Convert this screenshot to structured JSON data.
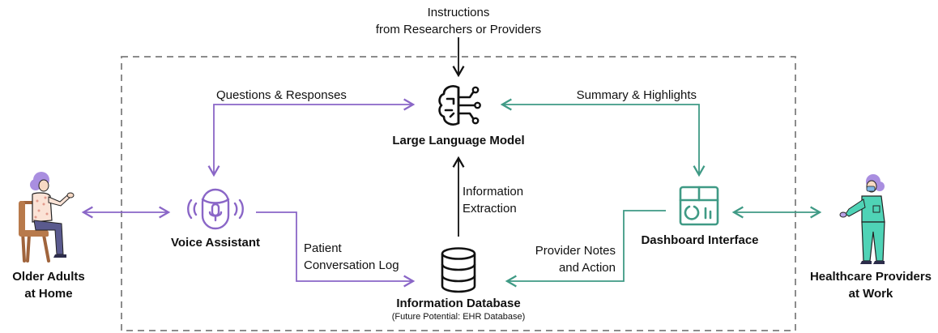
{
  "colors": {
    "purple": "#8a66c7",
    "green": "#3f9a85",
    "black": "#111111",
    "dashed_border": "#8c8c8c",
    "figure_hair": "#a98ee0",
    "figure_scrubs": "#4fd3b6"
  },
  "instructions": {
    "line1": "Instructions",
    "line2": "from Researchers or Providers"
  },
  "llm": {
    "title": "Large Language Model",
    "icon": "brain-circuit-icon"
  },
  "voice_assistant": {
    "title": "Voice Assistant",
    "icon": "smart-speaker-mic-icon"
  },
  "database": {
    "title": "Information Database",
    "subtitle": "(Future Potential: EHR Database)",
    "icon": "database-icon"
  },
  "dashboard": {
    "title": "Dashboard Interface",
    "icon": "dashboard-layout-icon"
  },
  "older_adults": {
    "line1": "Older Adults",
    "line2": "at Home"
  },
  "providers": {
    "line1": "Healthcare Providers",
    "line2": "at Work"
  },
  "edges": {
    "questions_responses": "Questions & Responses",
    "summary_highlights": "Summary & Highlights",
    "information_extraction_1": "Information",
    "information_extraction_2": "Extraction",
    "patient_log_1": "Patient",
    "patient_log_2": "Conversation Log",
    "provider_notes_1": "Provider Notes",
    "provider_notes_2": "and Action"
  }
}
